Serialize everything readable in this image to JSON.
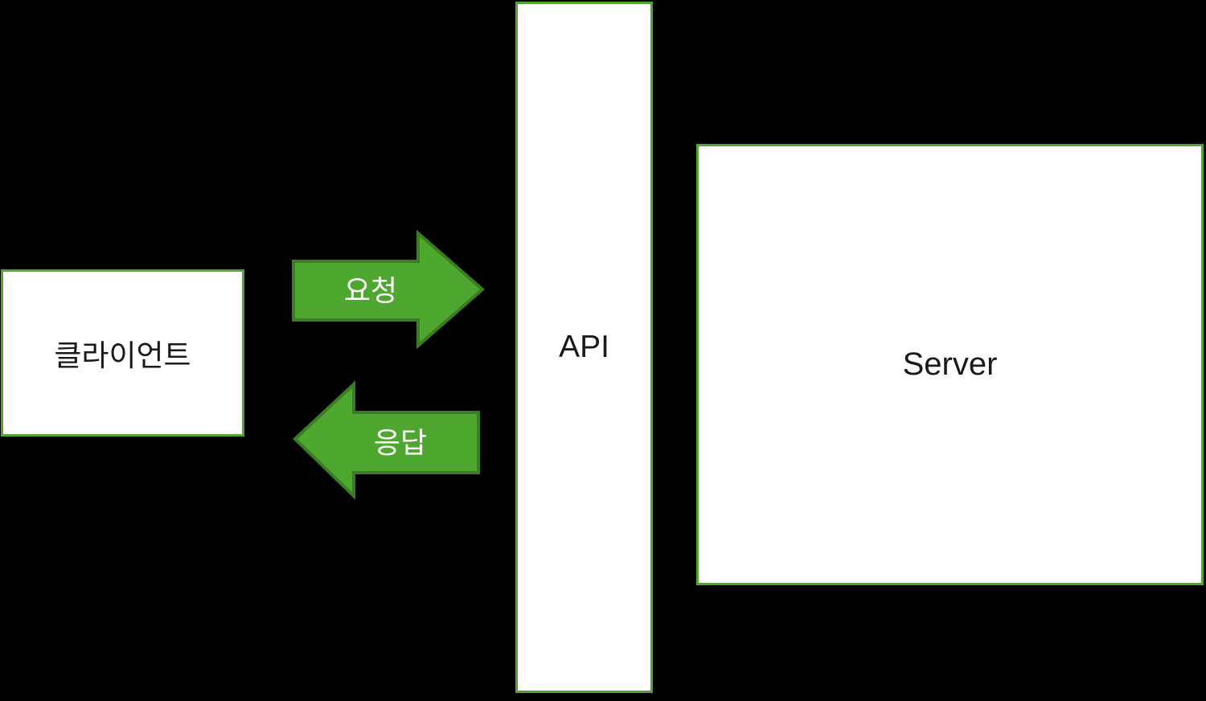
{
  "diagram": {
    "background_color": "#000000",
    "accent_green": "#4ea72e",
    "accent_green_dark": "#3a7d22",
    "box_fill": "#ffffff",
    "nodes": [
      {
        "id": "client",
        "label": "클라이언트"
      },
      {
        "id": "api",
        "label": "API"
      },
      {
        "id": "server",
        "label": "Server"
      }
    ],
    "arrows": [
      {
        "id": "request",
        "label": "요청",
        "direction": "right",
        "from": "client",
        "to": "api"
      },
      {
        "id": "response",
        "label": "응답",
        "direction": "left",
        "from": "api",
        "to": "client"
      }
    ]
  }
}
